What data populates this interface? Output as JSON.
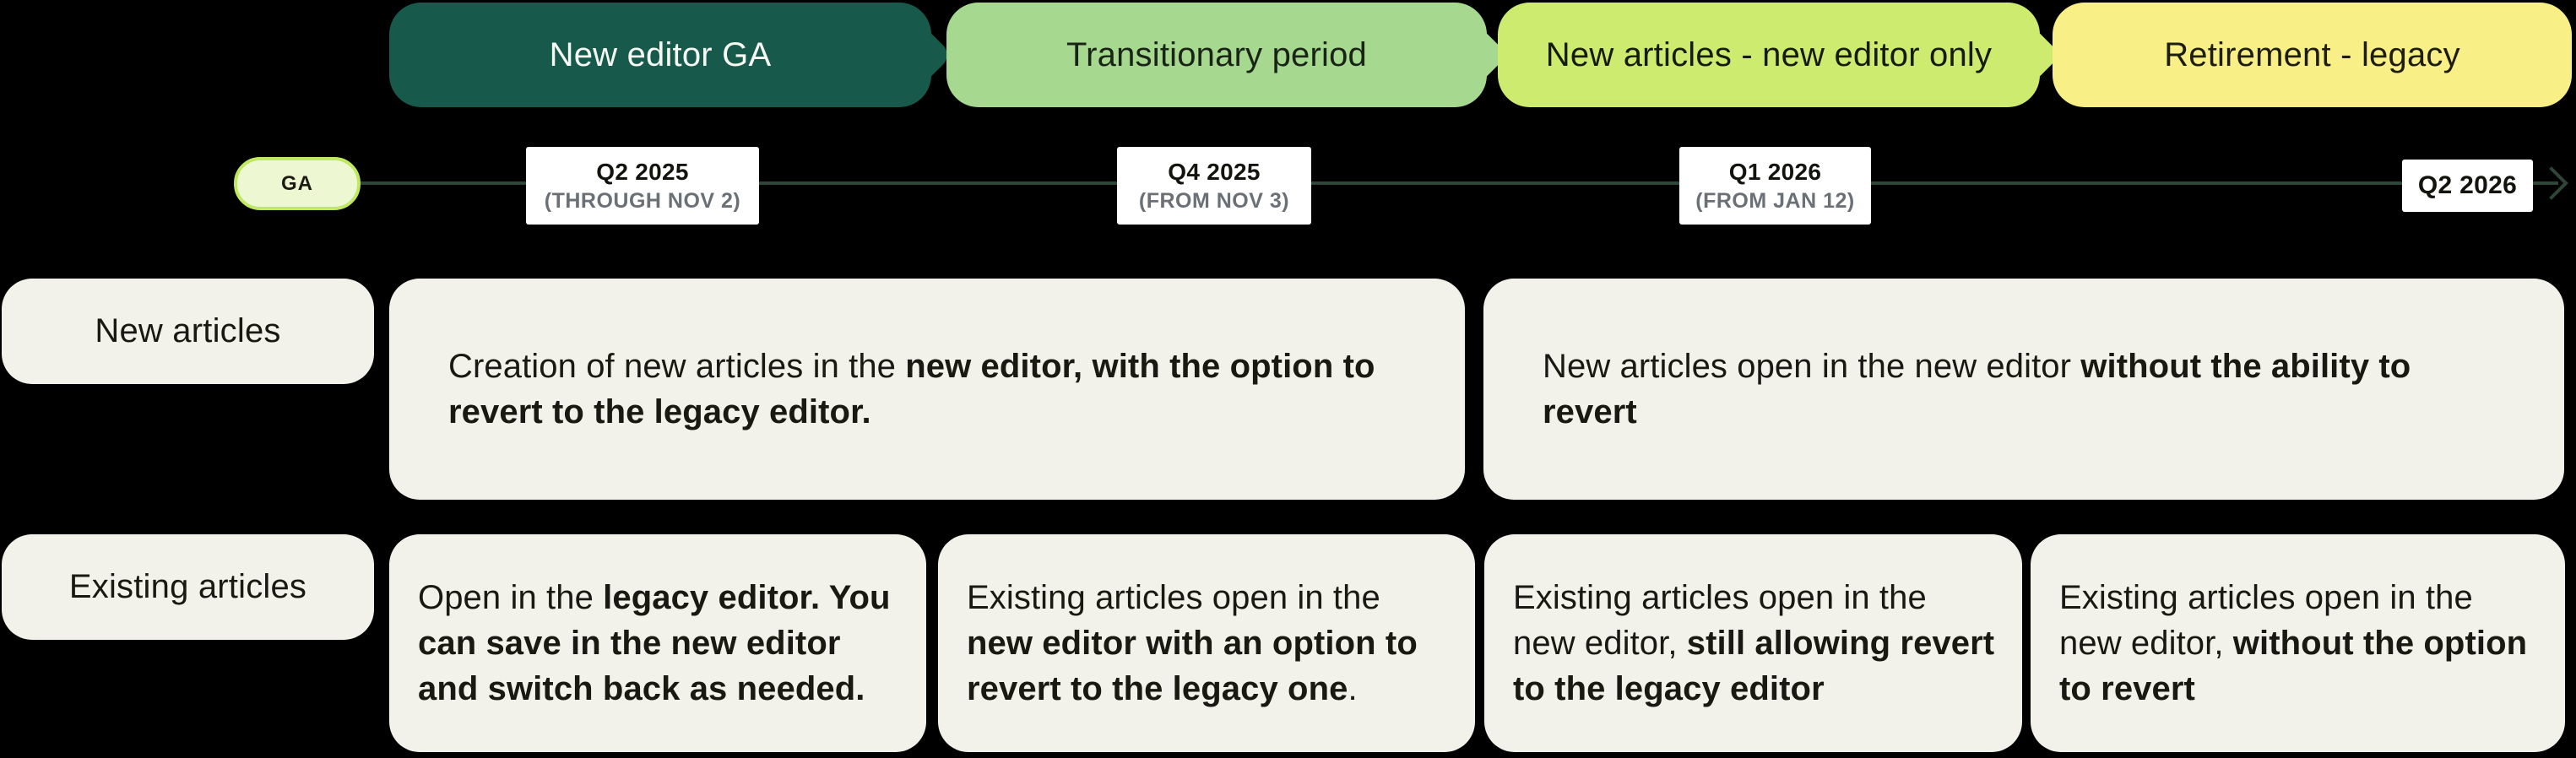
{
  "colors": {
    "background": "#000000",
    "line": "#2E4638",
    "cell_bg": "#F2F2EB",
    "cell_text": "#191912",
    "milestone_bg": "#FFFFFF",
    "milestone_title": "#14140E",
    "milestone_subtitle": "#6A7076"
  },
  "phases": [
    {
      "label": "New editor GA",
      "bg": "#17594B",
      "text_color": "#F7F9F3"
    },
    {
      "label": "Transitionary period",
      "bg": "#A6D890",
      "text_color": "#1A2416"
    },
    {
      "label": "New articles - new editor only",
      "bg": "#CDEC6F",
      "text_color": "#161B0D"
    },
    {
      "label": "Retirement - legacy",
      "bg": "#F8EF86",
      "text_color": "#1D1D12"
    }
  ],
  "timeline": {
    "start_badge": {
      "label": "GA",
      "bg": "#EDF8D2",
      "border_color": "#BEE960",
      "text_color": "#1C1C14"
    },
    "milestones": [
      {
        "title": "Q2 2025",
        "subtitle": "(THROUGH NOV 2)"
      },
      {
        "title": "Q4 2025",
        "subtitle": "(FROM NOV 3)"
      },
      {
        "title": "Q1 2026",
        "subtitle": "(FROM JAN 12)"
      },
      {
        "title": "Q2 2026",
        "subtitle": ""
      }
    ]
  },
  "rows": [
    {
      "label": "New articles",
      "cells": [
        {
          "text_regular": "Creation of new articles in the ",
          "text_bold": "new editor, with the option to revert to the legacy editor.",
          "text_after": ""
        },
        {
          "text_regular": "New articles open in the new editor ",
          "text_bold": "without the ability to revert",
          "text_after": ""
        }
      ]
    },
    {
      "label": "Existing articles",
      "cells": [
        {
          "text_regular": "Open in the ",
          "text_bold": "legacy editor. You can save in the new editor and switch back as needed.",
          "text_after": ""
        },
        {
          "text_regular": "Existing articles open in the ",
          "text_bold": "new editor with an option to revert to the legacy one",
          "text_after": "."
        },
        {
          "text_regular": "Existing articles open in the new editor, ",
          "text_bold": "still allowing revert to the legacy editor",
          "text_after": ""
        },
        {
          "text_regular": "Existing articles open in the new editor, ",
          "text_bold": "without the option to revert",
          "text_after": ""
        }
      ]
    }
  ]
}
